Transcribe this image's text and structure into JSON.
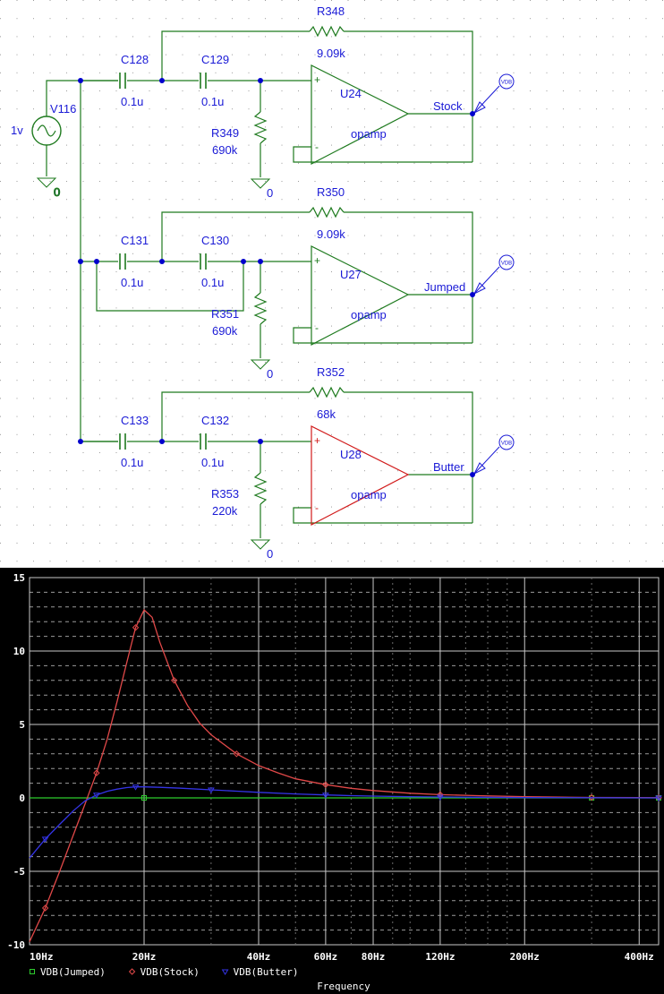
{
  "schematic": {
    "source": {
      "name": "V116",
      "value": "1v",
      "ground": "0"
    },
    "stages": [
      {
        "c1": {
          "name": "C128",
          "value": "0.1u"
        },
        "c2": {
          "name": "C129",
          "value": "0.1u"
        },
        "rf": {
          "name": "R348",
          "value": "9.09k"
        },
        "rg": {
          "name": "R349",
          "value": "690k"
        },
        "amp": {
          "name": "U24",
          "model": "opamp"
        },
        "out": "Stock",
        "ground": "0",
        "probe": "VDB"
      },
      {
        "c1": {
          "name": "C131",
          "value": "0.1u"
        },
        "c2": {
          "name": "C130",
          "value": "0.1u"
        },
        "rf": {
          "name": "R350",
          "value": "9.09k"
        },
        "rg": {
          "name": "R351",
          "value": "690k"
        },
        "amp": {
          "name": "U27",
          "model": "opamp"
        },
        "out": "Jumped",
        "ground": "0",
        "probe": "VDB"
      },
      {
        "c1": {
          "name": "C133",
          "value": "0.1u"
        },
        "c2": {
          "name": "C132",
          "value": "0.1u"
        },
        "rf": {
          "name": "R352",
          "value": "68k"
        },
        "rg": {
          "name": "R353",
          "value": "220k"
        },
        "amp": {
          "name": "U28",
          "model": "opamp"
        },
        "out": "Butter",
        "ground": "0",
        "probe": "VDB"
      }
    ],
    "colors": {
      "wire": "#1e7a1e",
      "label": "#1a1ad6",
      "highlight_amp": "#d11a1a",
      "node": "#0000cc"
    }
  },
  "chart_data": {
    "type": "line",
    "xscale": "log",
    "xlim": [
      10,
      450
    ],
    "ylim": [
      -10,
      15
    ],
    "yticks": [
      15,
      10,
      5,
      0,
      -5,
      -10
    ],
    "ytick_labels": [
      "15",
      "10",
      "5",
      "0",
      "-5",
      "-10"
    ],
    "xticks": [
      10,
      20,
      40,
      60,
      80,
      120,
      200,
      400
    ],
    "xtick_labels": [
      "10Hz",
      "20Hz",
      "40Hz",
      "60Hz",
      "80Hz",
      "120Hz",
      "200Hz",
      "400Hz"
    ],
    "xlabel": "Frequency",
    "grid": true,
    "series": [
      {
        "name": "VDB(Jumped)",
        "color": "#2ecc2e",
        "marker": "square",
        "x": [
          10,
          20,
          40,
          80,
          150,
          300,
          450
        ],
        "y": [
          0,
          0,
          0,
          0,
          0,
          0,
          0
        ]
      },
      {
        "name": "VDB(Stock)",
        "color": "#e04848",
        "marker": "diamond",
        "x": [
          10,
          11,
          12,
          13,
          14,
          15,
          16,
          17,
          18,
          19,
          20,
          21,
          22,
          24,
          26,
          28,
          30,
          35,
          40,
          45,
          50,
          60,
          70,
          80,
          100,
          120,
          150,
          200,
          250,
          300,
          400,
          450
        ],
        "y": [
          -9.8,
          -7.5,
          -5.0,
          -2.6,
          -0.4,
          1.7,
          4.0,
          6.6,
          9.2,
          11.6,
          12.8,
          12.3,
          10.6,
          8.0,
          6.3,
          5.1,
          4.3,
          3.0,
          2.2,
          1.7,
          1.3,
          0.9,
          0.65,
          0.5,
          0.32,
          0.22,
          0.15,
          0.08,
          0.05,
          0.03,
          0.02,
          0.01
        ]
      },
      {
        "name": "VDB(Butter)",
        "color": "#3434e6",
        "marker": "triangle",
        "x": [
          10,
          11,
          12,
          13,
          14,
          15,
          16,
          17,
          18,
          19,
          20,
          22,
          25,
          30,
          35,
          40,
          50,
          60,
          70,
          80,
          100,
          120,
          150,
          200,
          300,
          450
        ],
        "y": [
          -4.1,
          -2.8,
          -1.8,
          -0.9,
          -0.2,
          0.2,
          0.45,
          0.6,
          0.7,
          0.75,
          0.75,
          0.72,
          0.66,
          0.55,
          0.46,
          0.38,
          0.27,
          0.2,
          0.15,
          0.12,
          0.08,
          0.06,
          0.04,
          0.02,
          0.01,
          0
        ]
      }
    ]
  }
}
